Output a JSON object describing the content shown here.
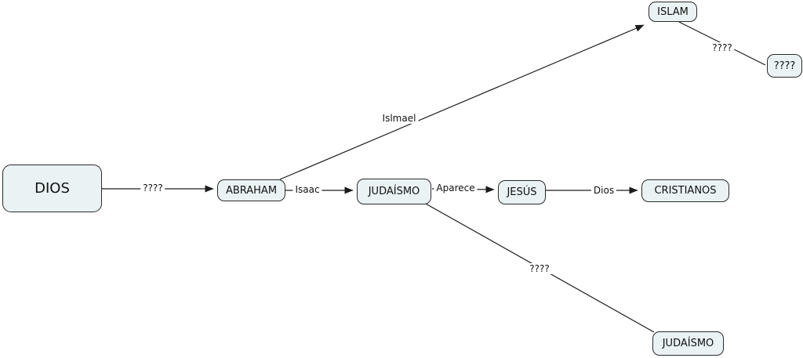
{
  "diagram": {
    "type": "concept-map",
    "background": "#ffffff",
    "colors": {
      "node_fill": "#eaf2f4",
      "node_border": "#2b2b2b",
      "line": "#1c1c1c",
      "text": "#111111"
    },
    "nodes": [
      {
        "id": "dios",
        "label": "DIOS"
      },
      {
        "id": "abraham",
        "label": "ABRAHAM"
      },
      {
        "id": "judaismo-top",
        "label": "JUDAÍSMO"
      },
      {
        "id": "jesus",
        "label": "JESÚS"
      },
      {
        "id": "cristianos",
        "label": "CRISTIANOS"
      },
      {
        "id": "islam",
        "label": "ISLAM"
      },
      {
        "id": "islam-unknown",
        "label": "????"
      },
      {
        "id": "judaismo-bottom",
        "label": "JUDAÍSMO"
      }
    ],
    "edge_labels": [
      {
        "id": "dios-abraham",
        "label": "????"
      },
      {
        "id": "abraham-islam",
        "label": "Islmael"
      },
      {
        "id": "abraham-judaismo",
        "label": "Isaac"
      },
      {
        "id": "judaismo-jesus",
        "label": "Aparece"
      },
      {
        "id": "jesus-cristianos",
        "label": "Dios"
      },
      {
        "id": "judaismo-judaismo",
        "label": "????"
      },
      {
        "id": "islam-unknown-edge",
        "label": "????"
      }
    ]
  }
}
